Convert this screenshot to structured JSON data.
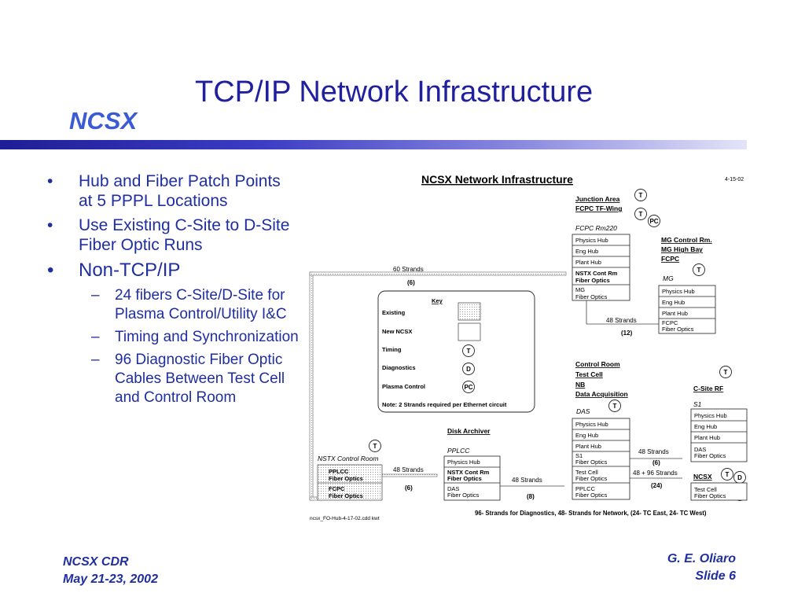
{
  "slide": {
    "title": "TCP/IP Network Infrastructure",
    "logo": "NCSX",
    "bullets": [
      "Hub and Fiber Patch Points at 5 PPPL Locations",
      "Use Existing C-Site to D-Site Fiber Optic Runs",
      "Non-TCP/IP"
    ],
    "subbullets": [
      "24 fibers C-Site/D-Site for Plasma Control/Utility I&C",
      "Timing and Synchronization",
      "96 Diagnostic Fiber Optic Cables Between Test Cell and Control Room"
    ],
    "bullet_char": "•",
    "dash_char": "–",
    "footer_left": [
      "NCSX CDR",
      "May 21-23, 2002"
    ],
    "footer_right": [
      "G. E. Oliaro",
      "Slide 6"
    ]
  },
  "diagram": {
    "title": "NCSX Network Infrastructure",
    "date": "4-15-02",
    "file_tag": "ncsx_FO-Hub-4-17-02.cdd  kwt",
    "bottom_note": "96- Strands for Diagnostics,   48- Strands for Network, (24- TC East, 24- TC West)",
    "key": {
      "title": "Key",
      "existing": "Existing",
      "new": "New NCSX",
      "timing": "Timing",
      "diagnostics": "Diagnostics",
      "plasma": "Plasma Control",
      "note": "Note: 2 Strands required per Ethernet circuit"
    },
    "symbols": {
      "t": "T",
      "d": "D",
      "pc": "PC"
    },
    "junction": {
      "head1": "Junction Area",
      "head2": "FCPC TF-Wing",
      "room": "FCPC Rm220",
      "rows": [
        "Physics Hub",
        "Eng Hub",
        "Plant Hub",
        "NSTX Cont Rm",
        "Fiber Optics",
        "MG",
        "Fiber Optics"
      ]
    },
    "mg": {
      "head1": "MG Control Rm.",
      "head2": "MG High Bay",
      "head3": "FCPC",
      "room": "MG",
      "rows": [
        "Physics Hub",
        "Eng Hub",
        "Plant Hub",
        "FCPC",
        "Fiber Optics"
      ]
    },
    "control": {
      "head1": "Control Room",
      "head2": "Test Cell",
      "head3": "NB",
      "head4": "Data Acquisition",
      "room": "DAS",
      "rows": [
        "Physics Hub",
        "Eng Hub",
        "Plant Hub",
        "S1",
        "Fiber Optics",
        "Test Cell",
        "Fiber Optics",
        "PPLCC",
        "Fiber Optics"
      ]
    },
    "csite": {
      "head": "C-Site RF",
      "room": "S1",
      "rows": [
        "Physics Hub",
        "Eng Hub",
        "Plant Hub",
        "DAS",
        "Fiber Optics"
      ]
    },
    "ncsx_box": {
      "head": "NCSX",
      "rows": [
        "Test Cell",
        "Fiber Optics"
      ]
    },
    "disk": {
      "head": "Disk Archiver",
      "room": "PPLCC",
      "rows": [
        "Physics Hub",
        "NSTX Cont Rm",
        "Fiber Optics",
        "DAS",
        "Fiber Optics"
      ]
    },
    "nstx": {
      "room": "NSTX Control Room",
      "rows": [
        "PPLCC",
        "Fiber Optics",
        "FCPC",
        "Fiber Optics"
      ]
    },
    "links": {
      "s60": "60  Strands",
      "s60n": "(6)",
      "s48a": "48 Strands",
      "s48an": "(12)",
      "s48b": "48 Strands",
      "s48bn": "(6)",
      "s4896": "48 + 96 Strands",
      "s4896n": "(24)",
      "s48c": "48 Strands",
      "s48cn": "(8)",
      "s48d": "48 Strands",
      "s48dn": "(6)"
    }
  }
}
